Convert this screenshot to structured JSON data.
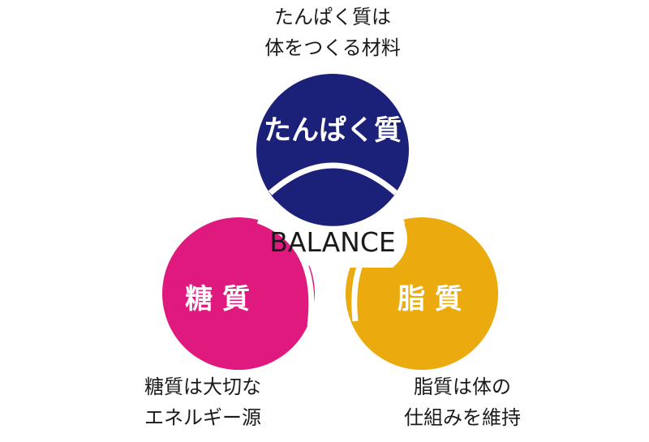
{
  "captions": {
    "protein": {
      "line1": "たんぱく質は",
      "line2": "体をつくる材料"
    },
    "carb": {
      "line1": "糖質は大切な",
      "line2": "エネルギー源"
    },
    "fat": {
      "line1": "脂質は体の",
      "line2": "仕組みを維持"
    }
  },
  "circles": {
    "protein": {
      "label": "たんぱく質",
      "color": "#1b2079"
    },
    "carb": {
      "label": "糖 質",
      "color": "#e0197f"
    },
    "fat": {
      "label": "脂 質",
      "color": "#ebaa0d"
    }
  },
  "center_label": "BALANCE",
  "colors": {
    "overlap": "#ffffff",
    "text_on_circle": "#ffffff",
    "text_dark": "#1a1a1a"
  }
}
